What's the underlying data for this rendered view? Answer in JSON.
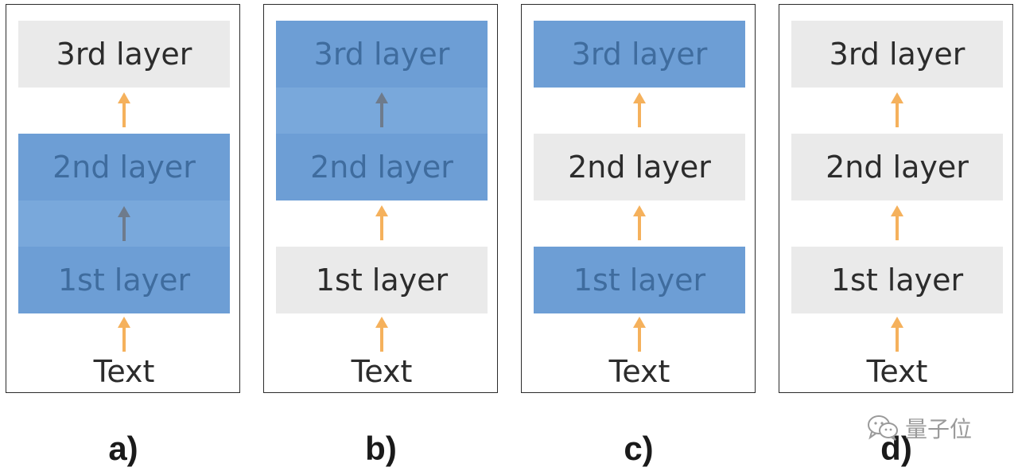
{
  "panels": [
    {
      "caption": "a)",
      "layer3": "3rd layer",
      "layer2": "2nd layer",
      "layer1": "1st layer",
      "input": "Text",
      "highlighted": [
        "1st layer",
        "2nd layer"
      ]
    },
    {
      "caption": "b)",
      "layer3": "3rd layer",
      "layer2": "2nd layer",
      "layer1": "1st layer",
      "input": "Text",
      "highlighted": [
        "2nd layer",
        "3rd layer"
      ]
    },
    {
      "caption": "c)",
      "layer3": "3rd layer",
      "layer2": "2nd layer",
      "layer1": "1st layer",
      "input": "Text",
      "highlighted": [
        "1st layer",
        "3rd layer"
      ]
    },
    {
      "caption": "d)",
      "layer3": "3rd layer",
      "layer2": "2nd layer",
      "layer1": "1st layer",
      "input": "Text",
      "highlighted": []
    }
  ],
  "watermark": "量子位",
  "colors": {
    "highlight": "#6d9ed5",
    "highlight_text": "#3f6c9e",
    "plain_box": "#eaeaea",
    "arrow_orange": "#f5b15c",
    "arrow_gray": "#6e7b8c"
  }
}
